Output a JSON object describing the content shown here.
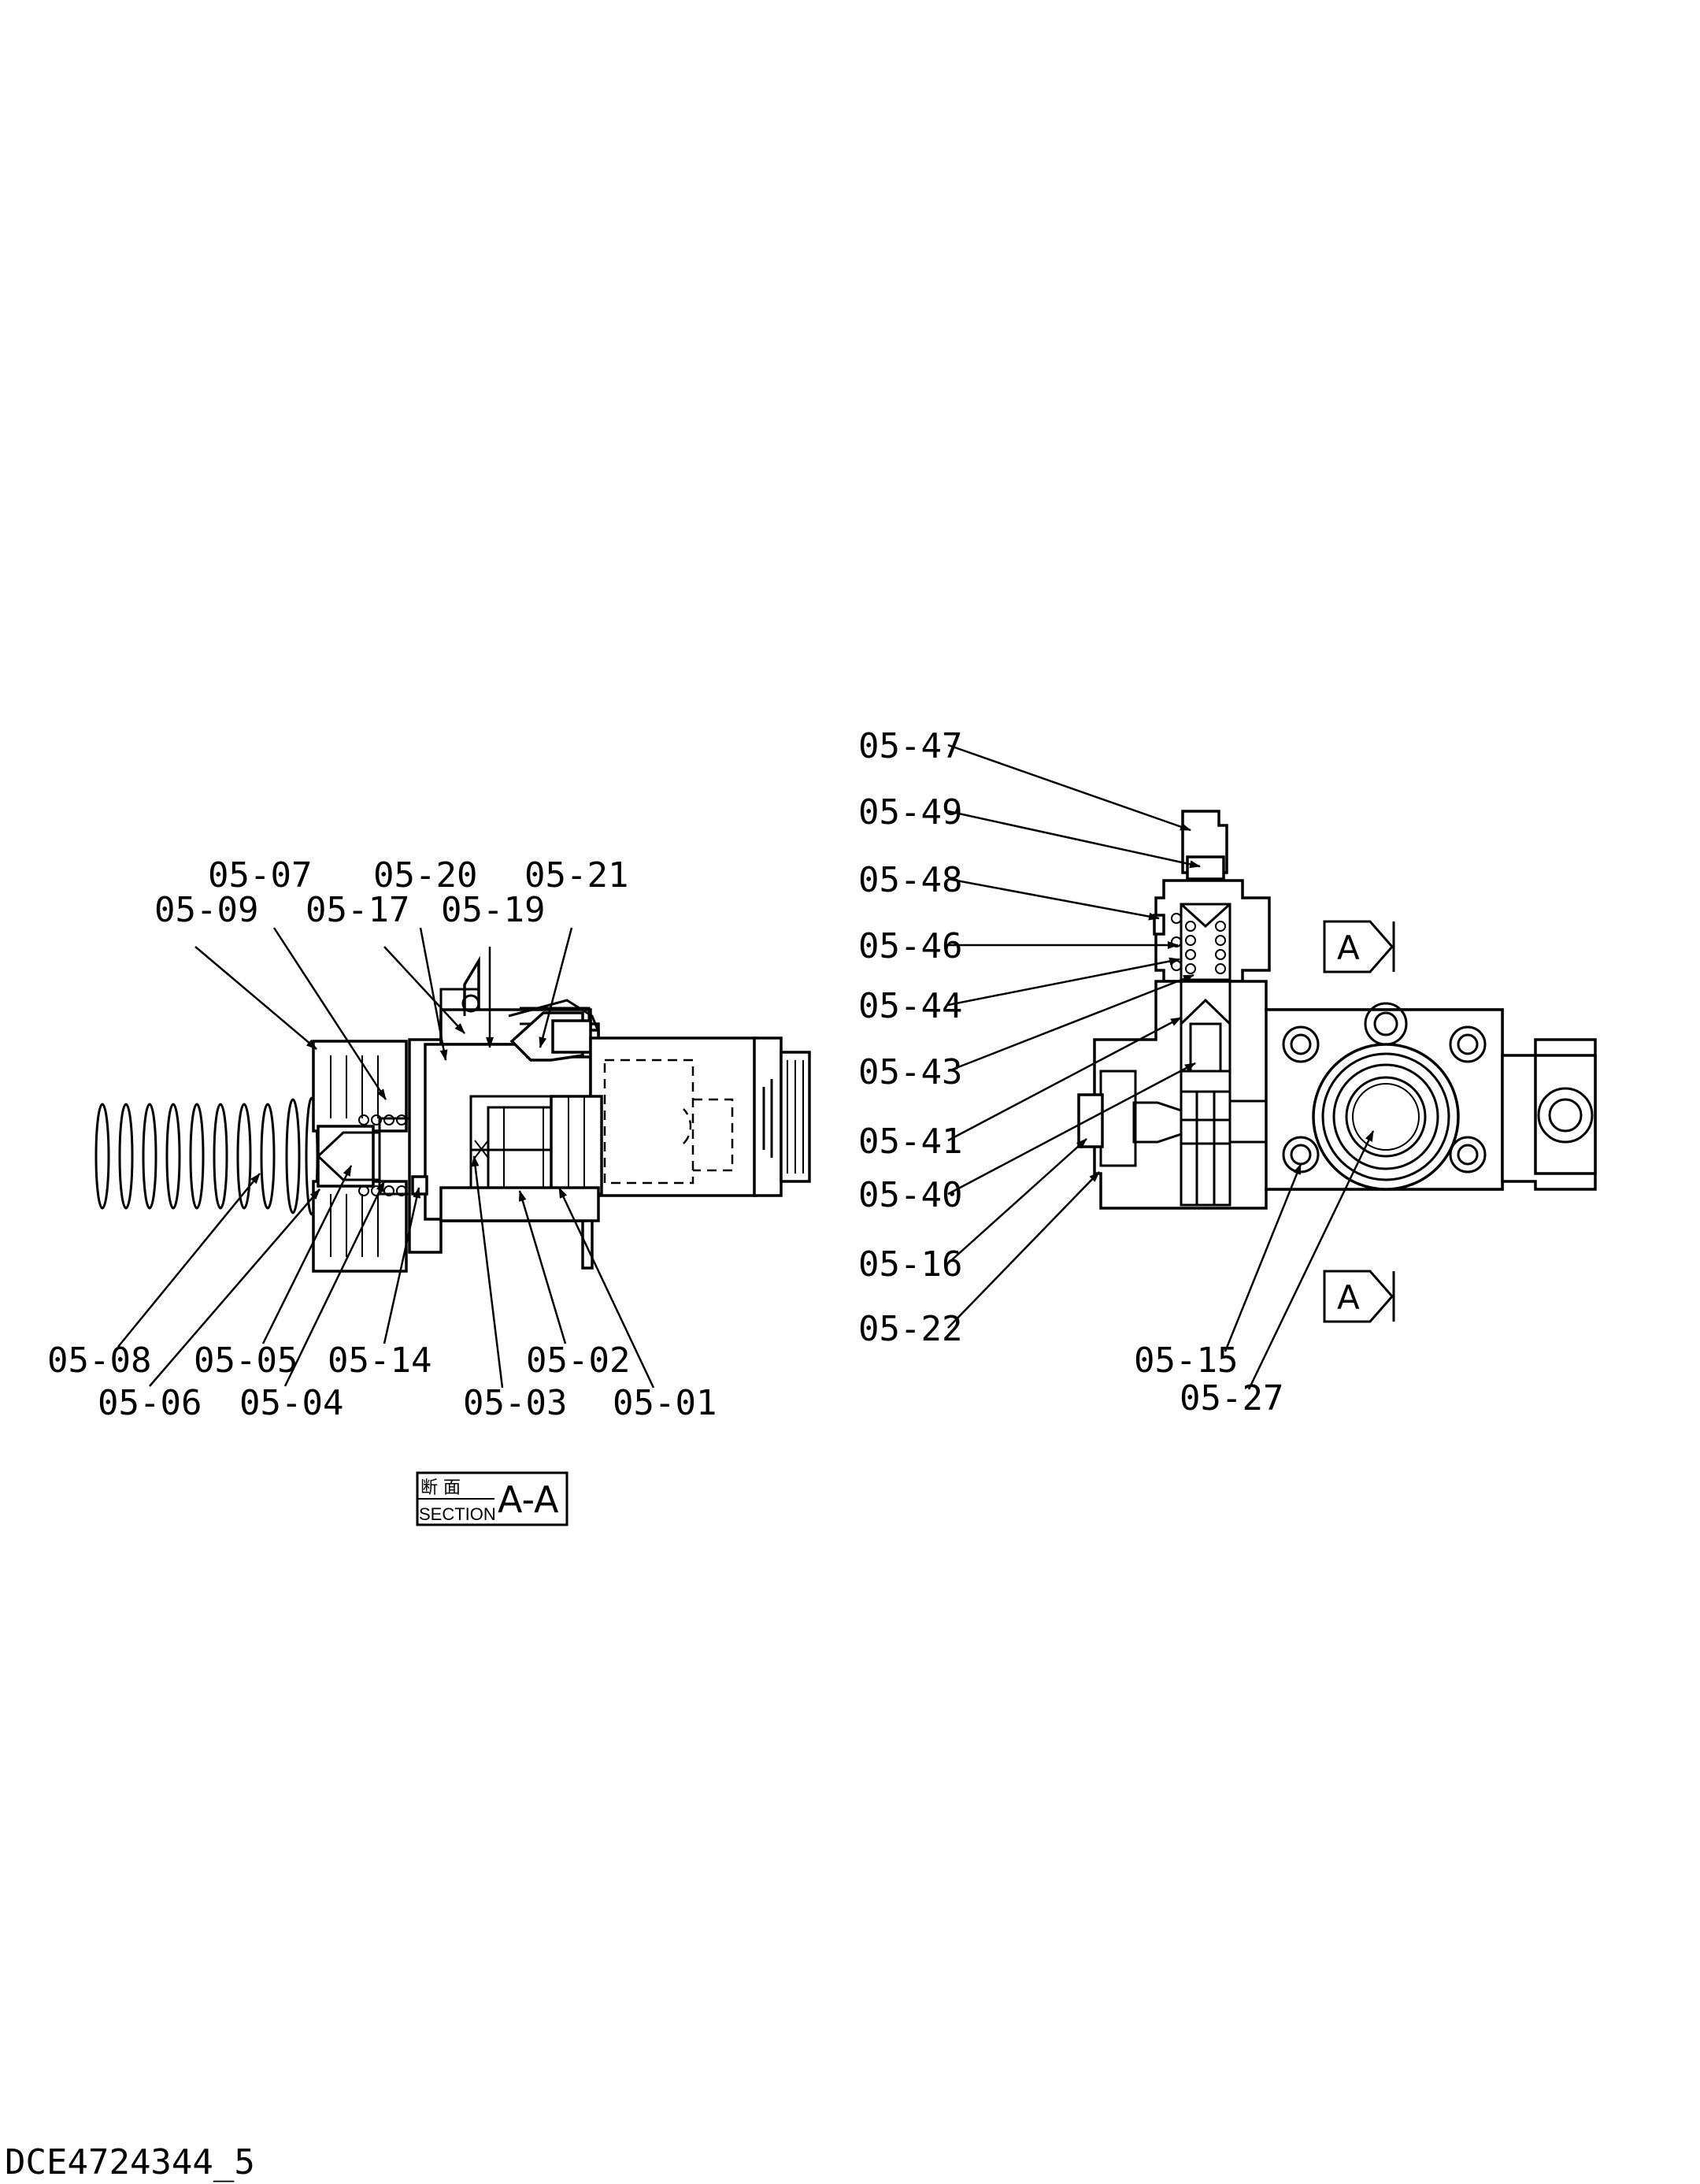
{
  "drawing_number": "DCE4724344_5",
  "section_box": {
    "jp": "断 面",
    "en": "SECTION",
    "label": "A-A"
  },
  "view_marker": "A",
  "colors": {
    "line": "#000000",
    "background": "#ffffff"
  },
  "left_view": {
    "callouts": [
      "05-07",
      "05-09",
      "05-20",
      "05-17",
      "05-19",
      "05-21",
      "05-08",
      "05-06",
      "05-05",
      "05-04",
      "05-14",
      "05-03",
      "05-02",
      "05-01"
    ]
  },
  "right_view": {
    "callouts": [
      "05-47",
      "05-49",
      "05-48",
      "05-46",
      "05-44",
      "05-43",
      "05-41",
      "05-40",
      "05-16",
      "05-22",
      "05-15",
      "05-27"
    ]
  }
}
